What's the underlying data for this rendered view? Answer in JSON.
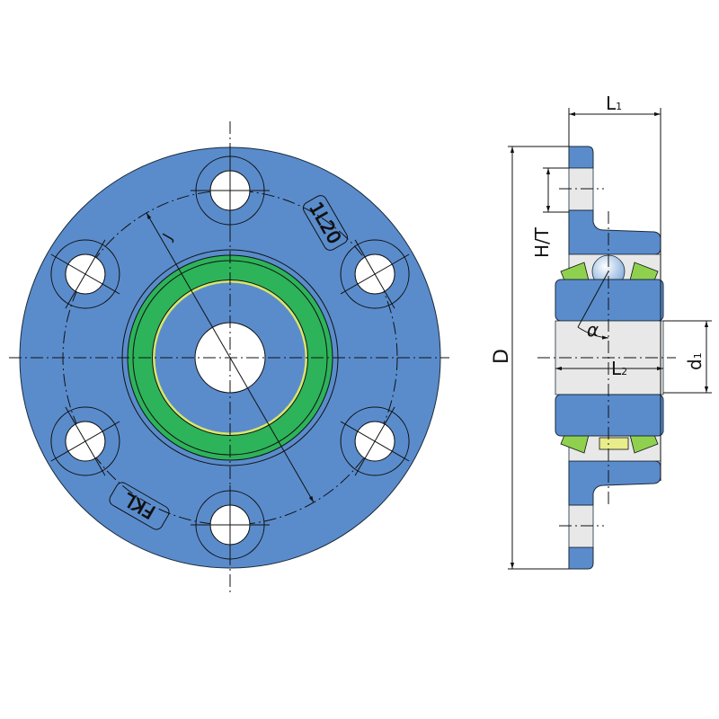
{
  "drawing": {
    "front_view": {
      "marking_size": "1L20",
      "marking_type": "FKL",
      "dim_bolt_circle": "J"
    },
    "side_view": {
      "dim_outer_diameter": "D",
      "dim_length_1": "L",
      "dim_length_1_sub": "1",
      "dim_length_2": "L",
      "dim_length_2_sub": "2",
      "dim_bore": "d",
      "dim_bore_sub": "1",
      "dim_flange": "H/T",
      "dim_angle": "α"
    },
    "colors": {
      "housing": "#5a8ccc",
      "ring": "#2db35a",
      "seal": "#8fd14f",
      "insert_light": "#e8e8e8"
    }
  }
}
